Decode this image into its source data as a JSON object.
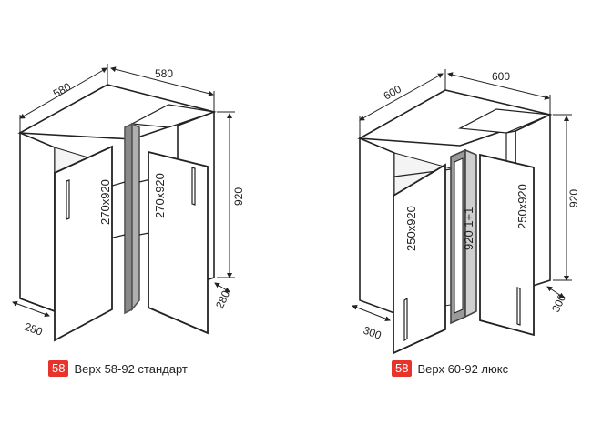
{
  "cabinet_standard": {
    "width_left": "580",
    "width_right": "580",
    "height": "920",
    "depth_left": "280",
    "depth_right": "280",
    "door_left": "270x920",
    "door_right": "270x920",
    "badge": "58",
    "caption": "Верх 58-92 стандарт"
  },
  "cabinet_lux": {
    "width_left": "600",
    "width_right": "600",
    "height": "920",
    "depth_left": "300",
    "depth_right": "300",
    "door_left": "250x920",
    "door_right": "250x920",
    "corner_insert": "920 1+1",
    "badge": "58",
    "caption": "Верх 60-92 люкс"
  },
  "colors": {
    "badge": "#e8332d",
    "line": "#222222",
    "carcass": "#8a8a8a"
  }
}
